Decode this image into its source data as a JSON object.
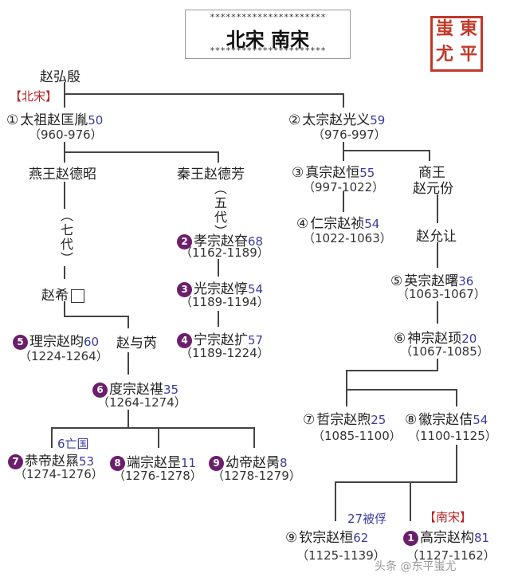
{
  "title": "北宋  南宋",
  "stars": "**********************",
  "stamp": [
    "東",
    "蚩",
    "平",
    "尤"
  ],
  "ancestor": "赵弘殷",
  "tags": {
    "north": "【北宋】",
    "south": "【南宋】"
  },
  "notes": {
    "seven_gen": "（七代）",
    "five_gen": "（五代）",
    "six_fall": "6亡国",
    "captured": "27被俘"
  },
  "nodes": [
    {
      "id": "taizu",
      "mark": "①",
      "dark": false,
      "name": "太祖赵匡胤",
      "age": "50",
      "years": "（960-976）"
    },
    {
      "id": "taizong",
      "mark": "②",
      "dark": false,
      "name": "太宗赵光义",
      "age": "59",
      "years": "（976-997）"
    },
    {
      "id": "yan",
      "mark": "",
      "dark": false,
      "name": "燕王赵德昭",
      "age": "",
      "years": ""
    },
    {
      "id": "qin",
      "mark": "",
      "dark": false,
      "name": "秦王赵德芳",
      "age": "",
      "years": ""
    },
    {
      "id": "zhenzong",
      "mark": "③",
      "dark": false,
      "name": "真宗赵恒",
      "age": "55",
      "years": "（997-1022）"
    },
    {
      "id": "shang",
      "mark": "",
      "dark": false,
      "name": "商王",
      "age": "",
      "years": ""
    },
    {
      "id": "shang2",
      "mark": "",
      "dark": false,
      "name": "赵元份",
      "age": "",
      "years": ""
    },
    {
      "id": "renzong",
      "mark": "④",
      "dark": false,
      "name": "仁宗赵祯",
      "age": "54",
      "years": "（1022-1063）"
    },
    {
      "id": "yunrang",
      "mark": "",
      "dark": false,
      "name": "赵允让",
      "age": "",
      "years": ""
    },
    {
      "id": "xiaozong",
      "mark": "2",
      "dark": true,
      "name": "孝宗赵昚",
      "age": "68",
      "years": "（1162-1189）"
    },
    {
      "id": "guangzong",
      "mark": "3",
      "dark": true,
      "name": "光宗赵惇",
      "age": "54",
      "years": "（1189-1194）"
    },
    {
      "id": "ningzong",
      "mark": "4",
      "dark": true,
      "name": "宁宗赵扩",
      "age": "57",
      "years": "（1189-1224）"
    },
    {
      "id": "zhaoxi",
      "mark": "",
      "dark": false,
      "name": "赵希",
      "age": "",
      "years": ""
    },
    {
      "id": "lizong",
      "mark": "5",
      "dark": true,
      "name": "理宗赵昀",
      "age": "60",
      "years": "（1224-1264）"
    },
    {
      "id": "yurui",
      "mark": "",
      "dark": false,
      "name": "赵与芮",
      "age": "",
      "years": ""
    },
    {
      "id": "duzong",
      "mark": "6",
      "dark": true,
      "name": "度宗赵禥",
      "age": "35",
      "years": "（1264-1274）"
    },
    {
      "id": "gongdi",
      "mark": "7",
      "dark": true,
      "name": "恭帝赵㬎",
      "age": "53",
      "years": "（1274-1276）"
    },
    {
      "id": "duanzong",
      "mark": "8",
      "dark": true,
      "name": "端宗赵昰",
      "age": "11",
      "years": "（1276-1278）"
    },
    {
      "id": "youdi",
      "mark": "9",
      "dark": true,
      "name": "幼帝赵昺",
      "age": "8",
      "years": "（1278-1279）"
    },
    {
      "id": "yingzong",
      "mark": "⑤",
      "dark": false,
      "name": "英宗赵曙",
      "age": "36",
      "years": "（1063-1067）"
    },
    {
      "id": "shenzong",
      "mark": "⑥",
      "dark": false,
      "name": "神宗赵顼",
      "age": "20",
      "years": "（1067-1085）"
    },
    {
      "id": "zhezong",
      "mark": "⑦",
      "dark": false,
      "name": "哲宗赵煦",
      "age": "25",
      "years": "（1085-1100）"
    },
    {
      "id": "huizong",
      "mark": "⑧",
      "dark": false,
      "name": "徽宗赵佶",
      "age": "54",
      "years": "（1100-1125）"
    },
    {
      "id": "qinzong",
      "mark": "⑨",
      "dark": false,
      "name": "钦宗赵桓",
      "age": "62",
      "years": "（1125-1139）"
    },
    {
      "id": "gaozong",
      "mark": "1",
      "dark": true,
      "name": "高宗赵构",
      "age": "81",
      "years": "（1127-1162）"
    }
  ],
  "watermark": "头条 @东平蚩尤"
}
